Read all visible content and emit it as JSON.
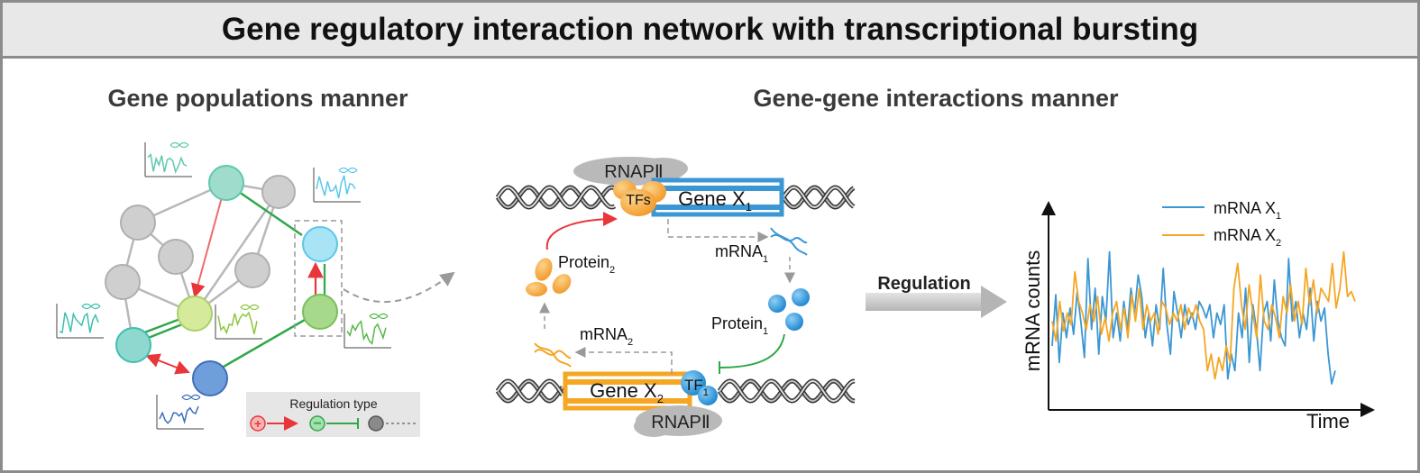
{
  "title": "Gene regulatory interaction network with transcriptional bursting",
  "left_panel": {
    "heading": "Gene populations manner",
    "legend": {
      "title": "Regulation type",
      "items": [
        {
          "kind": "activation",
          "symbol": "+",
          "color": "#e8363a"
        },
        {
          "kind": "repression",
          "symbol": "−",
          "color": "#2ea84a"
        },
        {
          "kind": "unknown",
          "symbol": "",
          "color": "#8a8a8a"
        }
      ]
    },
    "colors": {
      "teal": "#5ec8b0",
      "cyan": "#5bc8e8",
      "lime": "#c4e08a",
      "green": "#8ccf6e",
      "blue": "#3f7fc8",
      "gray": "#c8c8c8"
    }
  },
  "middle_panel": {
    "heading": "Gene-gene interactions manner",
    "rnap_top": "RNAPⅡ",
    "rnap_bottom": "RNAPⅡ",
    "tfs": "TFs",
    "gene_x1": {
      "main": "Gene X",
      "sub": "1"
    },
    "gene_x2": {
      "main": "Gene X",
      "sub": "2"
    },
    "tf1": {
      "main": "TF",
      "sub": "1"
    },
    "mrna1": {
      "main": "mRNA",
      "sub": "1"
    },
    "mrna2": {
      "main": "mRNA",
      "sub": "2"
    },
    "protein1": {
      "main": "Protein",
      "sub": "1"
    },
    "protein2": {
      "main": "Protein",
      "sub": "2"
    },
    "colors": {
      "blue": "#3b97d3",
      "orange": "#f5a623",
      "dark": "#333333"
    }
  },
  "regulation_arrow": {
    "label": "Regulation"
  },
  "chart_data": {
    "type": "line",
    "xlabel": "Time",
    "ylabel": "mRNA counts",
    "series": [
      {
        "name": "mRNA X",
        "sub": "1",
        "color": "#3b97d3",
        "values": [
          0.35,
          0.66,
          0.25,
          0.55,
          0.4,
          0.58,
          0.42,
          0.68,
          0.5,
          0.28,
          0.88,
          0.45,
          0.7,
          0.3,
          0.65,
          0.5,
          0.92,
          0.4,
          0.55,
          0.38,
          0.62,
          0.45,
          0.7,
          0.55,
          0.78,
          0.65,
          0.4,
          0.55,
          0.35,
          0.6,
          0.45,
          0.82,
          0.48,
          0.3,
          0.68,
          0.55,
          0.4,
          0.6,
          0.48,
          0.55,
          0.45,
          0.62,
          0.58,
          0.52,
          0.6,
          0.4,
          0.55,
          0.48,
          0.6,
          0.15,
          0.3,
          0.2,
          0.55,
          0.4,
          0.7,
          0.25,
          0.6,
          0.45,
          0.2,
          0.55,
          0.62,
          0.38,
          0.75,
          0.5,
          0.4,
          0.35,
          0.88,
          0.5,
          0.62,
          0.4,
          0.55,
          0.45,
          0.7,
          0.38,
          0.62,
          0.5,
          0.58,
          0.3,
          0.12,
          0.2
        ]
      },
      {
        "name": "mRNA X",
        "sub": "2",
        "color": "#f5a623",
        "values": [
          0.5,
          0.38,
          0.62,
          0.44,
          0.55,
          0.48,
          0.8,
          0.62,
          0.55,
          0.45,
          0.6,
          0.5,
          0.65,
          0.42,
          0.52,
          0.38,
          0.55,
          0.62,
          0.45,
          0.58,
          0.4,
          0.66,
          0.5,
          0.7,
          0.45,
          0.6,
          0.5,
          0.55,
          0.42,
          0.62,
          0.58,
          0.48,
          0.55,
          0.5,
          0.6,
          0.45,
          0.58,
          0.52,
          0.6,
          0.5,
          0.45,
          0.2,
          0.3,
          0.15,
          0.28,
          0.2,
          0.35,
          0.25,
          0.7,
          0.85,
          0.6,
          0.45,
          0.72,
          0.55,
          0.4,
          0.78,
          0.5,
          0.45,
          0.6,
          0.52,
          0.4,
          0.65,
          0.55,
          0.72,
          0.5,
          0.62,
          0.48,
          0.82,
          0.6,
          0.75,
          0.55,
          0.7,
          0.66,
          0.62,
          0.85,
          0.58,
          0.7,
          0.92,
          0.65,
          0.68,
          0.62
        ]
      }
    ]
  }
}
